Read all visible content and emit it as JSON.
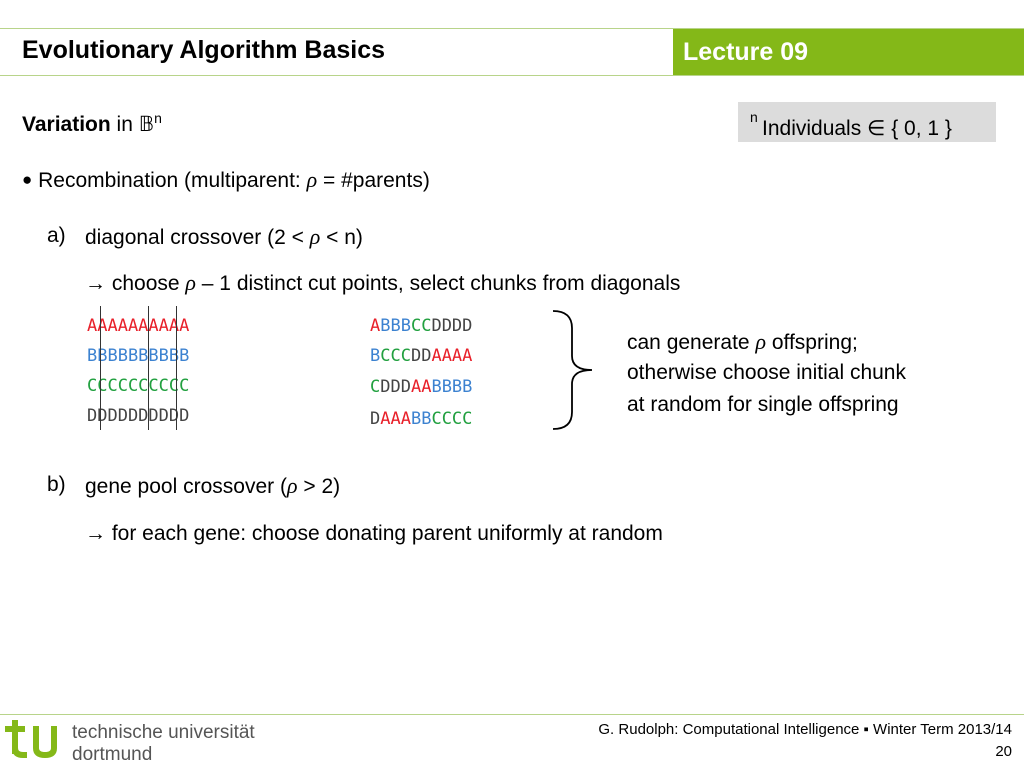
{
  "header": {
    "title": "Evolutionary Algorithm Basics",
    "lecture": "Lecture 09"
  },
  "variation": {
    "label": "Variation",
    "rest": "in 𝔹",
    "exp": "n"
  },
  "individuals": {
    "text": "Individuals ∈ { 0, 1 }",
    "exp": "n"
  },
  "bullet": {
    "text_a": "Recombination (multiparent: ",
    "rho": "ρ",
    "text_b": " = #parents)"
  },
  "item_a": {
    "marker": "a)",
    "text_a": "diagonal crossover (2 < ",
    "rho": "ρ",
    "text_b": " < n)"
  },
  "item_a_desc": {
    "text_a": "→ choose ",
    "rho": "ρ",
    "text_b": " – 1 distinct cut points, select chunks from diagonals"
  },
  "parents": [
    {
      "letters": "AAAAAAAAAA",
      "color": "#e8202a"
    },
    {
      "letters": "BBBBBBBBBB",
      "color": "#3c82d0"
    },
    {
      "letters": "CCCCCCCCCC",
      "color": "#22a040"
    },
    {
      "letters": "DDDDDDDDDD",
      "color": "#444444"
    }
  ],
  "offspring": [
    [
      {
        "t": "A",
        "c": "r"
      },
      {
        "t": "BBB",
        "c": "b"
      },
      {
        "t": "CC",
        "c": "g"
      },
      {
        "t": "DDDD",
        "c": "k"
      }
    ],
    [
      {
        "t": "B",
        "c": "b"
      },
      {
        "t": "CCC",
        "c": "g"
      },
      {
        "t": "DD",
        "c": "k"
      },
      {
        "t": "AAAA",
        "c": "r"
      }
    ],
    [
      {
        "t": "C",
        "c": "g"
      },
      {
        "t": "DDD",
        "c": "k"
      },
      {
        "t": "AA",
        "c": "r"
      },
      {
        "t": "BBBB",
        "c": "b"
      }
    ],
    [
      {
        "t": "D",
        "c": "k"
      },
      {
        "t": "AAA",
        "c": "r"
      },
      {
        "t": "BB",
        "c": "b"
      },
      {
        "t": "CCCC",
        "c": "g"
      }
    ]
  ],
  "note": {
    "line1_a": "can generate ",
    "rho": "ρ",
    "line1_b": " offspring;",
    "line2": "otherwise choose initial chunk",
    "line3": "at random for single offspring"
  },
  "item_b": {
    "marker": "b)",
    "text_a": "gene pool crossover (",
    "rho": "ρ",
    "text_b": " > 2)"
  },
  "item_b_desc": {
    "text": "→ for each gene: choose donating parent uniformly at random"
  },
  "footer": {
    "credit": "G. Rudolph: Computational Intelligence ▪ Winter Term 2013/14",
    "page": "20",
    "uni_line1": "technische universität",
    "uni_line2": "dortmund"
  },
  "colors": {
    "accent": "#84b818",
    "red": "#e8202a",
    "blue": "#3c82d0",
    "green": "#22a040"
  }
}
